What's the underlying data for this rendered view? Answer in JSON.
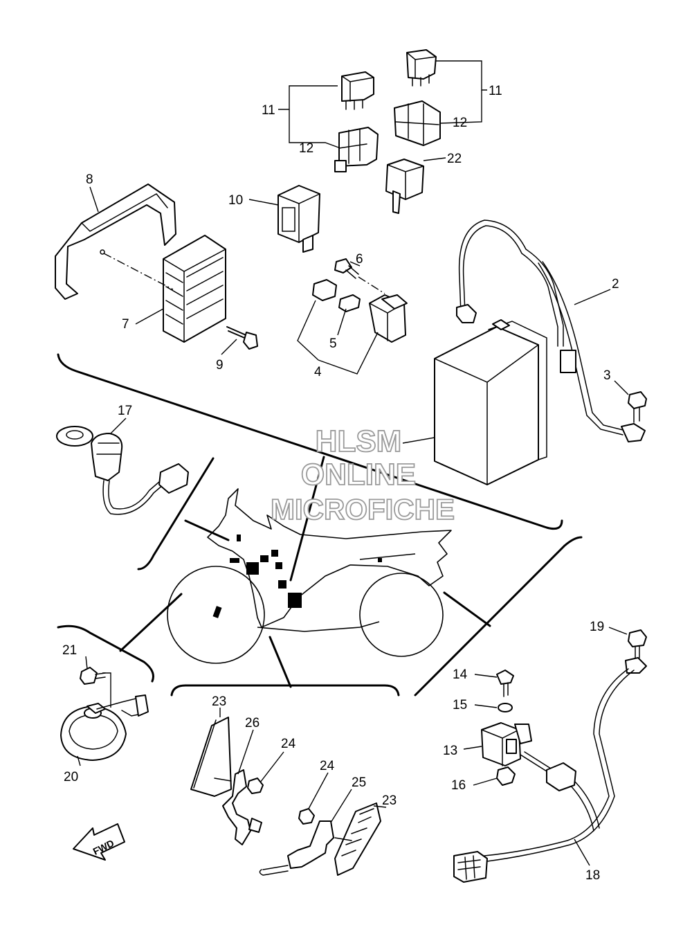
{
  "watermark": {
    "line1": "HLSM",
    "line2": "ONLINE",
    "line3": "MICROFICHE"
  },
  "direction_arrow": "FWD",
  "callouts": {
    "c2": "2",
    "c3": "3",
    "c4": "4",
    "c5": "5",
    "c6": "6",
    "c7": "7",
    "c8": "8",
    "c9": "9",
    "c10": "10",
    "c11a": "11",
    "c11b": "11",
    "c12a": "12",
    "c12b": "12",
    "c13": "13",
    "c14": "14",
    "c15": "15",
    "c16": "16",
    "c17": "17",
    "c18": "18",
    "c19": "19",
    "c20": "20",
    "c21": "21",
    "c22": "22",
    "c23a": "23",
    "c23b": "23",
    "c24a": "24",
    "c24b": "24",
    "c25": "25",
    "c26": "26"
  },
  "icons": [
    "relay-icon",
    "relay-holder-icon",
    "rectifier-regulator-icon",
    "bracket-cover-icon",
    "battery-icon",
    "battery-cable-icon",
    "fuse-box-icon",
    "horn-icon",
    "socket-icon",
    "sensor-icon",
    "bolt-icon",
    "nut-icon",
    "footrest-icon",
    "motorcycle-silhouette-icon"
  ]
}
